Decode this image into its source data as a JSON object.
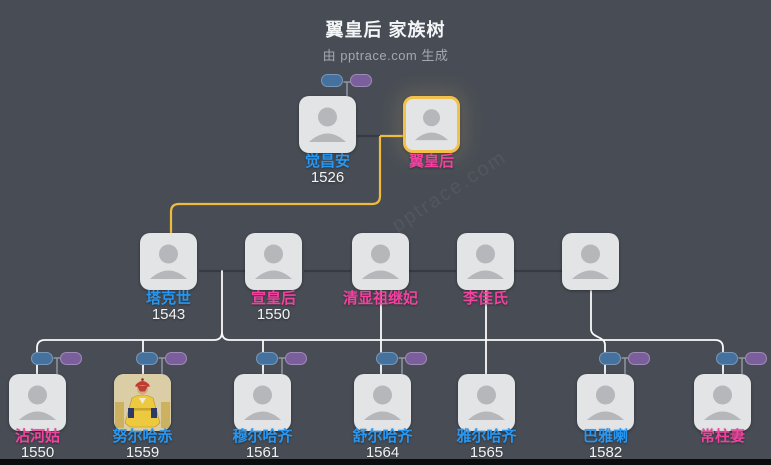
{
  "header": {
    "title": "翼皇后 家族树",
    "subtitle": "由 pptrace.com 生成"
  },
  "watermark": "pptrace.com",
  "colors": {
    "background": "#484d55",
    "card": "#e3e4e6",
    "male_name": "#2797f2",
    "female_name": "#f2419f",
    "year_text": "#f2f3f4",
    "highlight_border": "#f2c14d",
    "highlight_line": "#eebb3d",
    "tree_line": "#fafafa",
    "couple_line": "#363b42",
    "father_pill": "#45719f",
    "mother_pill": "#7b5f9d"
  },
  "tree": {
    "nodes": [
      {
        "name": "觉昌安",
        "year": "1526",
        "gender": "male",
        "generation": 1,
        "highlighted": false,
        "parent_pills": true
      },
      {
        "name": "翼皇后",
        "year": "",
        "gender": "female",
        "generation": 1,
        "highlighted": true,
        "parent_pills": false
      },
      {
        "name": "塔克世",
        "year": "1543",
        "gender": "male",
        "generation": 2,
        "highlighted": false,
        "parent_pills": false
      },
      {
        "name": "宣皇后",
        "year": "1550",
        "gender": "female",
        "generation": 2,
        "highlighted": false,
        "parent_pills": false
      },
      {
        "name": "清显祖继妃",
        "year": "",
        "gender": "female",
        "generation": 2,
        "highlighted": false,
        "parent_pills": false
      },
      {
        "name": "李佳氏",
        "year": "",
        "gender": "female",
        "generation": 2,
        "highlighted": false,
        "parent_pills": false
      },
      {
        "name": "",
        "year": "",
        "gender": "unknown",
        "generation": 2,
        "highlighted": false,
        "parent_pills": false
      },
      {
        "name": "沾河姑",
        "year": "1550",
        "gender": "female",
        "generation": 3,
        "highlighted": false,
        "parent_pills": true
      },
      {
        "name": "努尔哈赤",
        "year": "1559",
        "gender": "male",
        "generation": 3,
        "highlighted": false,
        "parent_pills": true,
        "portrait": true
      },
      {
        "name": "穆尔哈齐",
        "year": "1561",
        "gender": "male",
        "generation": 3,
        "highlighted": false,
        "parent_pills": true
      },
      {
        "name": "舒尔哈齐",
        "year": "1564",
        "gender": "male",
        "generation": 3,
        "highlighted": false,
        "parent_pills": true
      },
      {
        "name": "雅尔哈齐",
        "year": "1565",
        "gender": "male",
        "generation": 3,
        "highlighted": false,
        "parent_pills": false
      },
      {
        "name": "巴雅喇",
        "year": "1582",
        "gender": "male",
        "generation": 3,
        "highlighted": false,
        "parent_pills": true
      },
      {
        "name": "常柱妻",
        "year": "",
        "gender": "female",
        "generation": 3,
        "highlighted": false,
        "parent_pills": true
      }
    ]
  }
}
